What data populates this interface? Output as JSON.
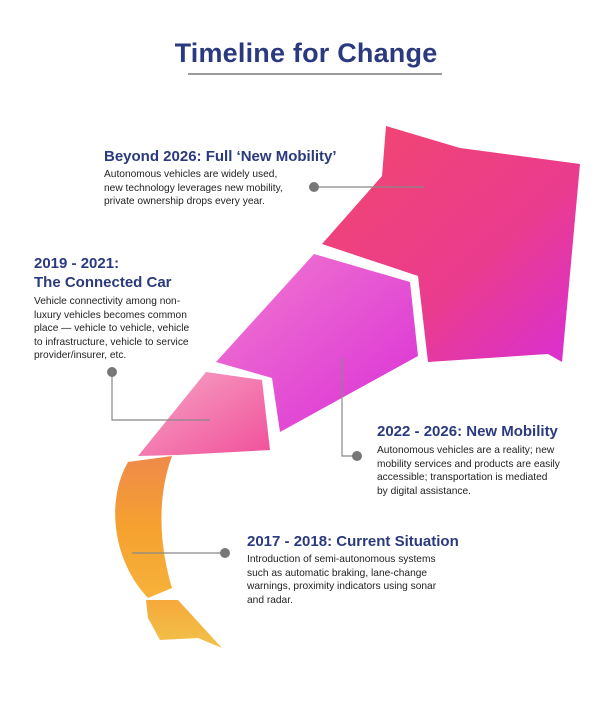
{
  "title": "Timeline for Change",
  "stages": [
    {
      "heading": "Beyond 2026: Full ‘New Mobility’",
      "lines": [
        "Autonomous vehicles are widely used,",
        "new technology leverages new mobility,",
        "private ownership drops every year."
      ]
    },
    {
      "heading_lines": [
        "2019 - 2021:",
        "The Connected Car"
      ],
      "lines": [
        "Vehicle connectivity among non-",
        "luxury vehicles becomes common",
        "place — vehicle to vehicle, vehicle",
        "to infrastructure, vehicle to service",
        "provider/insurer, etc."
      ]
    },
    {
      "heading": "2022 - 2026: New Mobility",
      "lines": [
        "Autonomous vehicles are a reality; new",
        "mobility services and products are easily",
        "accessible; transportation is mediated",
        "by digital assistance."
      ]
    },
    {
      "heading": "2017 - 2018: Current Situation",
      "lines": [
        "Introduction of semi-autonomous systems",
        "such as automatic braking, lane-change",
        "warnings, proximity indicators using sonar",
        "and radar."
      ]
    }
  ],
  "colors": {
    "heading": "#2b3a7e",
    "connector": "#888888",
    "segment_orange": "#f5a130",
    "segment_pink": "#f0509a",
    "segment_magenta": "#d92fd6",
    "segment_red": "#f2466e"
  }
}
